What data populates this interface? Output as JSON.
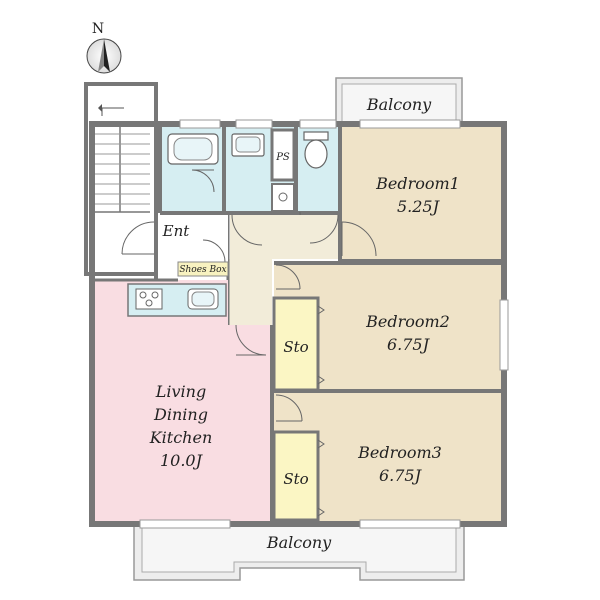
{
  "compass": {
    "north_label": "N"
  },
  "rooms": {
    "balcony_top": {
      "label": "Balcony"
    },
    "bedroom1": {
      "label": "Bedroom1",
      "size": "5.25J"
    },
    "bedroom2": {
      "label": "Bedroom2",
      "size": "6.75J"
    },
    "bedroom3": {
      "label": "Bedroom3",
      "size": "6.75J"
    },
    "ldk": {
      "line1": "Living",
      "line2": "Dining",
      "line3": "Kitchen",
      "size": "10.0J"
    },
    "entrance": {
      "label": "Ent"
    },
    "shoes_box": {
      "label": "Shoes Box"
    },
    "ps": {
      "label": "PS"
    },
    "storage2": {
      "label": "Sto"
    },
    "storage3": {
      "label": "Sto"
    },
    "balcony_bottom": {
      "label": "Balcony"
    }
  },
  "colors": {
    "wall": "#777777",
    "bedroom": "#efe3c8",
    "ldk": "#f9dde2",
    "wet": "#d6eef2",
    "storage": "#fbf6c4",
    "shoes_box": "#f8f2c0",
    "balcony": "#ededed",
    "corridor": "#f2ecd9"
  }
}
